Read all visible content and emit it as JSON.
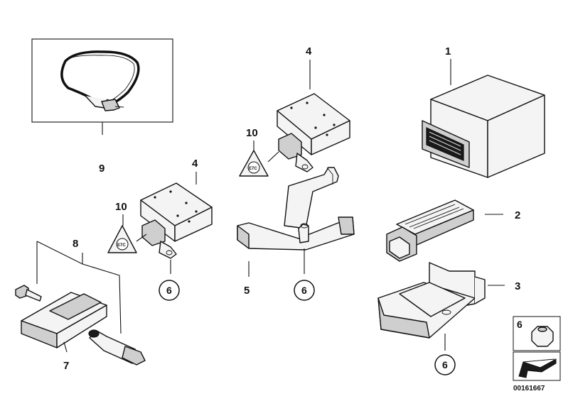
{
  "callouts": {
    "p1": "1",
    "p2": "2",
    "p3": "3",
    "p4a": "4",
    "p4b": "4",
    "p5": "5",
    "p6a": "6",
    "p6b": "6",
    "p6c": "6",
    "p7": "7",
    "p8": "8",
    "p9": "9",
    "p10a": "10",
    "p10b": "10"
  },
  "warning_label": "E7C",
  "legend": {
    "item_number": "6"
  },
  "diagram_code": "00161667"
}
